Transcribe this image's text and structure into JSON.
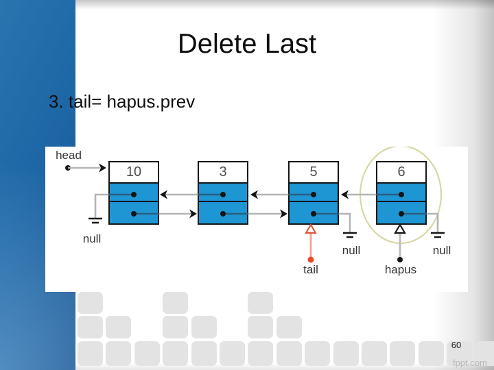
{
  "slide": {
    "title": "Delete Last",
    "subtitle": "3. tail= hapus.prev",
    "page_number": "60",
    "watermark": "fppt.com"
  },
  "diagram": {
    "head_label": "head",
    "tail_label": "tail",
    "hapus_label": "hapus",
    "null_labels": [
      "null",
      "null",
      "null"
    ],
    "nodes": [
      {
        "value": "10"
      },
      {
        "value": "3"
      },
      {
        "value": "5"
      },
      {
        "value": "6"
      }
    ],
    "colors": {
      "node_fill": "#1e96d4",
      "wire_gray": "#b4b4b4",
      "wire_in_cell": "#2a5e80",
      "arrowhead_black": "#151515",
      "tail_arrow_line": "#f2a896",
      "tail_arrow_stroke": "#e0523a",
      "tail_dot": "#e8492b",
      "highlight_ellipse": "#d8d7a6"
    }
  }
}
